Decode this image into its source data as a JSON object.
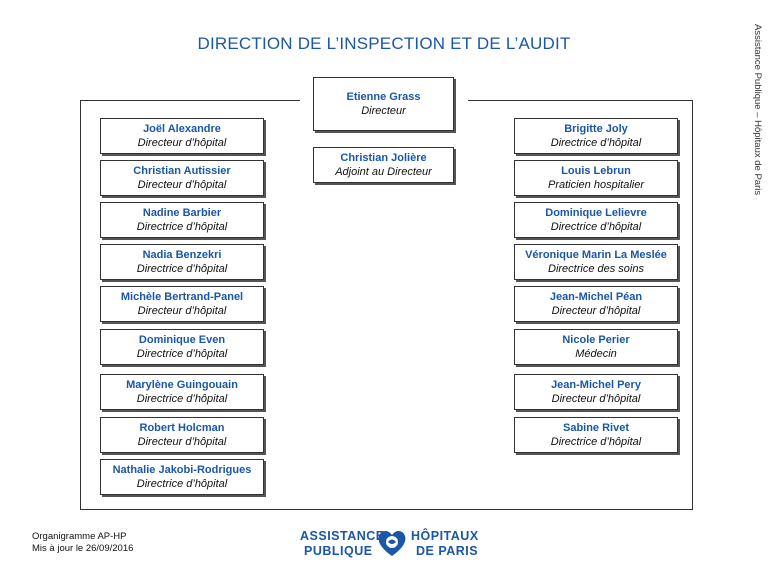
{
  "header": {
    "title": "DIRECTION DE L’INSPECTION ET DE L’AUDIT",
    "side_text": "Assistance Publique – Hôpitaux de Paris"
  },
  "director": {
    "name": "Etienne Grass",
    "role": "Directeur"
  },
  "deputy": {
    "name": "Christian Jolière",
    "role": "Adjoint au Directeur"
  },
  "left_column": [
    {
      "name": "Joël Alexandre",
      "role": "Directeur d’hôpital"
    },
    {
      "name": "Christian Autissier",
      "role": "Directeur d’hôpital"
    },
    {
      "name": "Nadine Barbier",
      "role": "Directrice d’hôpital"
    },
    {
      "name": "Nadia Benzekri",
      "role": "Directrice d’hôpital"
    },
    {
      "name": "Michèle Bertrand-Panel",
      "role": "Directeur d’hôpital"
    },
    {
      "name": "Dominique Even",
      "role": "Directrice d’hôpital"
    },
    {
      "name": "Marylène Guingouain",
      "role": "Directrice d’hôpital"
    },
    {
      "name": "Robert Holcman",
      "role": "Directeur d’hôpital"
    },
    {
      "name": "Nathalie Jakobi-Rodrigues",
      "role": "Directrice d’hôpital"
    }
  ],
  "right_column": [
    {
      "name": "Brigitte Joly",
      "role": "Directrice d’hôpital"
    },
    {
      "name": "Louis Lebrun",
      "role": "Praticien hospitalier"
    },
    {
      "name": "Dominique Lelievre",
      "role": "Directrice d’hôpital"
    },
    {
      "name": "Véronique Marin La Meslée",
      "role": "Directrice des soins"
    },
    {
      "name": "Jean-Michel Péan",
      "role": "Directeur d’hôpital"
    },
    {
      "name": "Nicole Perier",
      "role": "Médecin"
    },
    {
      "name": "Jean-Michel Pery",
      "role": "Directeur d’hôpital"
    },
    {
      "name": "Sabine Rivet",
      "role": "Directrice d’hôpital"
    }
  ],
  "footer": {
    "line1": "Organigramme AP-HP",
    "line2": "Mis à jour le 26/09/2016"
  },
  "logo": {
    "left_top": "ASSISTANCE",
    "left_bottom": "PUBLIQUE",
    "right_top": "HÔPITAUX",
    "right_bottom": "DE PARIS",
    "color": "#1a57a8"
  },
  "colors": {
    "name_text": "#1a57a8",
    "border": "#333333"
  }
}
